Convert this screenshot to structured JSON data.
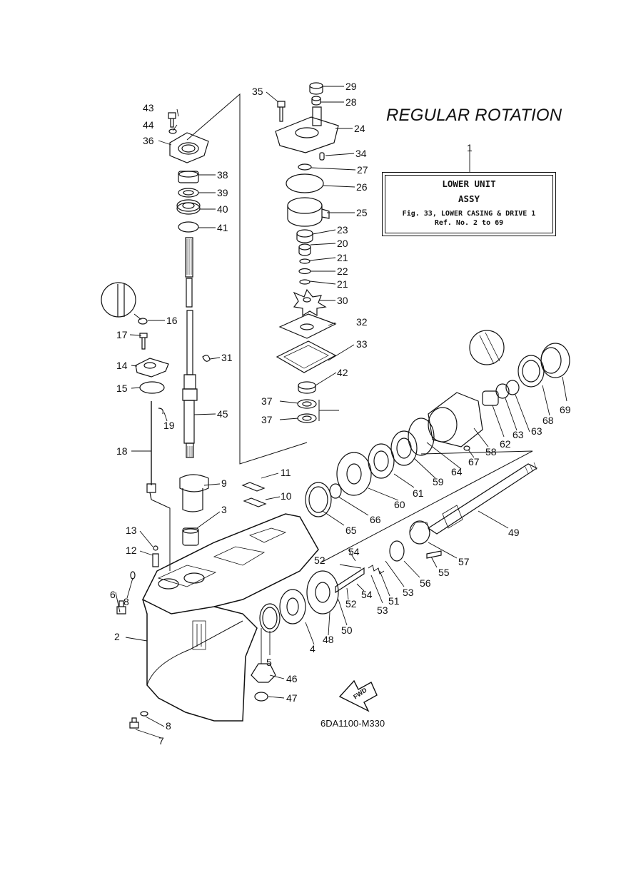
{
  "title": "REGULAR ROTATION",
  "assembly": {
    "ref": "1",
    "line1": "LOWER UNIT",
    "line2": "ASSY",
    "line3": "Fig. 33, LOWER CASING & DRIVE 1",
    "line4": "Ref. No. 2 to 69"
  },
  "drawing_code": "6DA1100-M330",
  "direction_label": "FWD",
  "parts": [
    {
      "id": "p43",
      "label": "43"
    },
    {
      "id": "p44",
      "label": "44"
    },
    {
      "id": "p36",
      "label": "36"
    },
    {
      "id": "p38",
      "label": "38"
    },
    {
      "id": "p39",
      "label": "39"
    },
    {
      "id": "p40",
      "label": "40"
    },
    {
      "id": "p41",
      "label": "41"
    },
    {
      "id": "p35",
      "label": "35"
    },
    {
      "id": "p29",
      "label": "29"
    },
    {
      "id": "p28",
      "label": "28"
    },
    {
      "id": "p24",
      "label": "24"
    },
    {
      "id": "p34",
      "label": "34"
    },
    {
      "id": "p27",
      "label": "27"
    },
    {
      "id": "p26",
      "label": "26"
    },
    {
      "id": "p25",
      "label": "25"
    },
    {
      "id": "p23",
      "label": "23"
    },
    {
      "id": "p20",
      "label": "20"
    },
    {
      "id": "p21a",
      "label": "21"
    },
    {
      "id": "p22",
      "label": "22"
    },
    {
      "id": "p21b",
      "label": "21"
    },
    {
      "id": "p30",
      "label": "30"
    },
    {
      "id": "p32",
      "label": "32"
    },
    {
      "id": "p33",
      "label": "33"
    },
    {
      "id": "p42",
      "label": "42"
    },
    {
      "id": "p37a",
      "label": "37"
    },
    {
      "id": "p37b",
      "label": "37"
    },
    {
      "id": "p16",
      "label": "16"
    },
    {
      "id": "p17",
      "label": "17"
    },
    {
      "id": "p14",
      "label": "14"
    },
    {
      "id": "p15",
      "label": "15"
    },
    {
      "id": "p31",
      "label": "31"
    },
    {
      "id": "p45",
      "label": "45"
    },
    {
      "id": "p19",
      "label": "19"
    },
    {
      "id": "p18",
      "label": "18"
    },
    {
      "id": "p9",
      "label": "9"
    },
    {
      "id": "p11",
      "label": "11"
    },
    {
      "id": "p10",
      "label": "10"
    },
    {
      "id": "p3",
      "label": "3"
    },
    {
      "id": "p13",
      "label": "13"
    },
    {
      "id": "p12",
      "label": "12"
    },
    {
      "id": "p6",
      "label": "6"
    },
    {
      "id": "p8a",
      "label": "8"
    },
    {
      "id": "p2",
      "label": "2"
    },
    {
      "id": "p8b",
      "label": "8"
    },
    {
      "id": "p7",
      "label": "7"
    },
    {
      "id": "p69",
      "label": "69"
    },
    {
      "id": "p68",
      "label": "68"
    },
    {
      "id": "p63a",
      "label": "63"
    },
    {
      "id": "p63b",
      "label": "63"
    },
    {
      "id": "p62",
      "label": "62"
    },
    {
      "id": "p58",
      "label": "58"
    },
    {
      "id": "p67",
      "label": "67"
    },
    {
      "id": "p64",
      "label": "64"
    },
    {
      "id": "p59",
      "label": "59"
    },
    {
      "id": "p61",
      "label": "61"
    },
    {
      "id": "p60",
      "label": "60"
    },
    {
      "id": "p66",
      "label": "66"
    },
    {
      "id": "p65",
      "label": "65"
    },
    {
      "id": "p49",
      "label": "49"
    },
    {
      "id": "p57",
      "label": "57"
    },
    {
      "id": "p55",
      "label": "55"
    },
    {
      "id": "p56",
      "label": "56"
    },
    {
      "id": "p54a",
      "label": "54"
    },
    {
      "id": "p52a",
      "label": "52"
    },
    {
      "id": "p51",
      "label": "51"
    },
    {
      "id": "p53a",
      "label": "53"
    },
    {
      "id": "p54b",
      "label": "54"
    },
    {
      "id": "p53b",
      "label": "53"
    },
    {
      "id": "p52b",
      "label": "52"
    },
    {
      "id": "p50",
      "label": "50"
    },
    {
      "id": "p48",
      "label": "48"
    },
    {
      "id": "p4",
      "label": "4"
    },
    {
      "id": "p5",
      "label": "5"
    },
    {
      "id": "p46",
      "label": "46"
    },
    {
      "id": "p47",
      "label": "47"
    }
  ]
}
